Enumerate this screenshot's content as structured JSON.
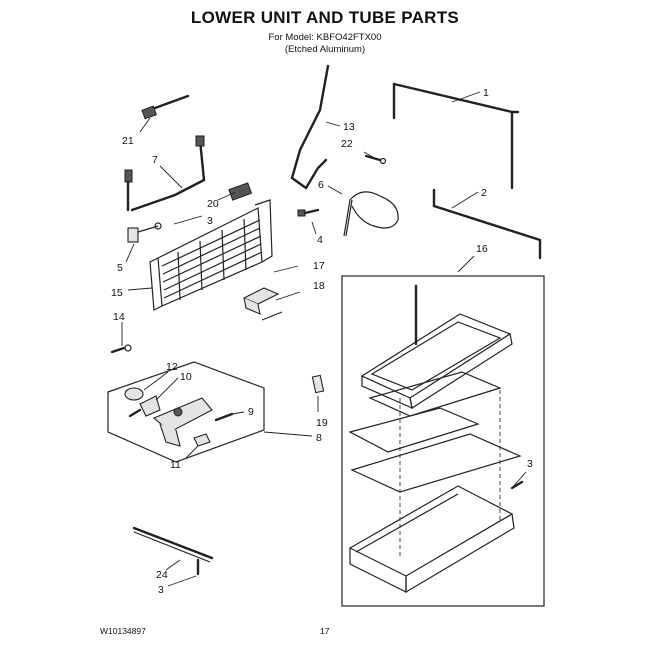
{
  "header": {
    "title": "LOWER UNIT AND TUBE PARTS",
    "model_line": "For Model: KBFO42FTX00",
    "finish_line": "(Etched Aluminum)"
  },
  "footer": {
    "doc_number": "W10134897",
    "page_number": "17"
  },
  "callouts": {
    "c1": "1",
    "c2": "2",
    "c3a": "3",
    "c3b": "3",
    "c3c": "3",
    "c4": "4",
    "c5": "5",
    "c6": "6",
    "c7": "7",
    "c8": "8",
    "c9": "9",
    "c10": "10",
    "c11": "11",
    "c12": "12",
    "c13": "13",
    "c14": "14",
    "c15": "15",
    "c16": "16",
    "c17": "17",
    "c18": "18",
    "c19": "19",
    "c20": "20",
    "c21": "21",
    "c22": "22",
    "c24": "24"
  }
}
